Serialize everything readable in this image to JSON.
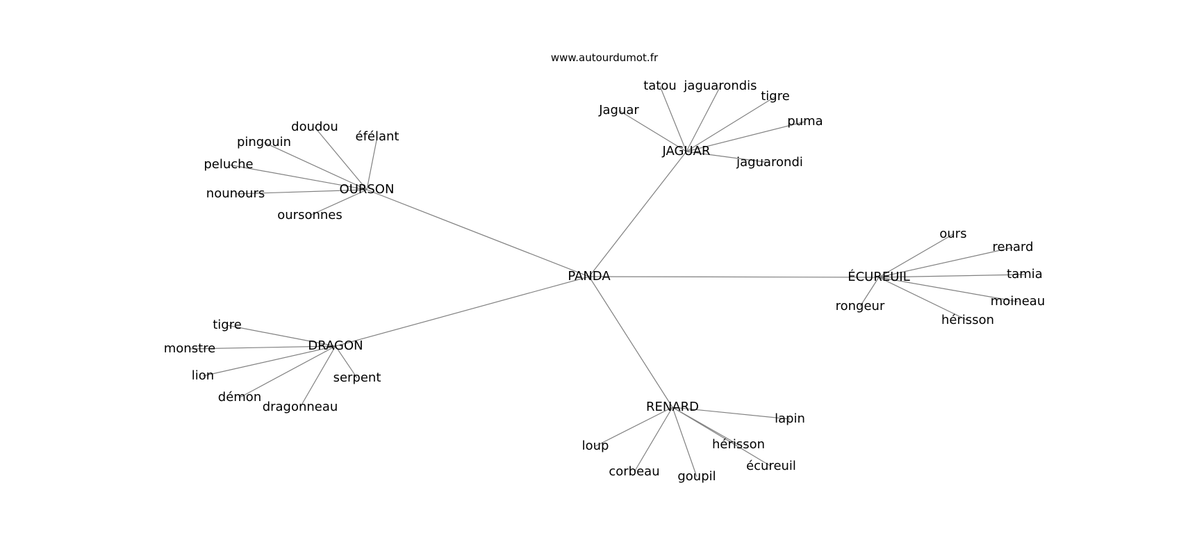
{
  "watermark": "www.autourdumot.fr",
  "center": "PANDA",
  "clusters": [
    {
      "hub": "OURSON",
      "leaves": [
        "doudou",
        "éfélant",
        "pingouin",
        "peluche",
        "nounours",
        "oursonnes"
      ]
    },
    {
      "hub": "JAGUAR",
      "leaves": [
        "tatou",
        "jaguarondis",
        "tigre",
        "Jaguar",
        "puma",
        "jaguarondi"
      ]
    },
    {
      "hub": "ÉCUREUIL",
      "leaves": [
        "ours",
        "renard",
        "tamia",
        "moineau",
        "rongeur",
        "hérisson"
      ]
    },
    {
      "hub": "DRAGON",
      "leaves": [
        "tigre",
        "monstre",
        "lion",
        "serpent",
        "démon",
        "dragonneau"
      ]
    },
    {
      "hub": "RENARD",
      "leaves": [
        "lapin",
        "loup",
        "hérisson",
        "écureuil",
        "corbeau",
        "goupil"
      ]
    }
  ],
  "colors": {
    "edge": "#808080",
    "text": "#000000",
    "background": "#ffffff"
  }
}
